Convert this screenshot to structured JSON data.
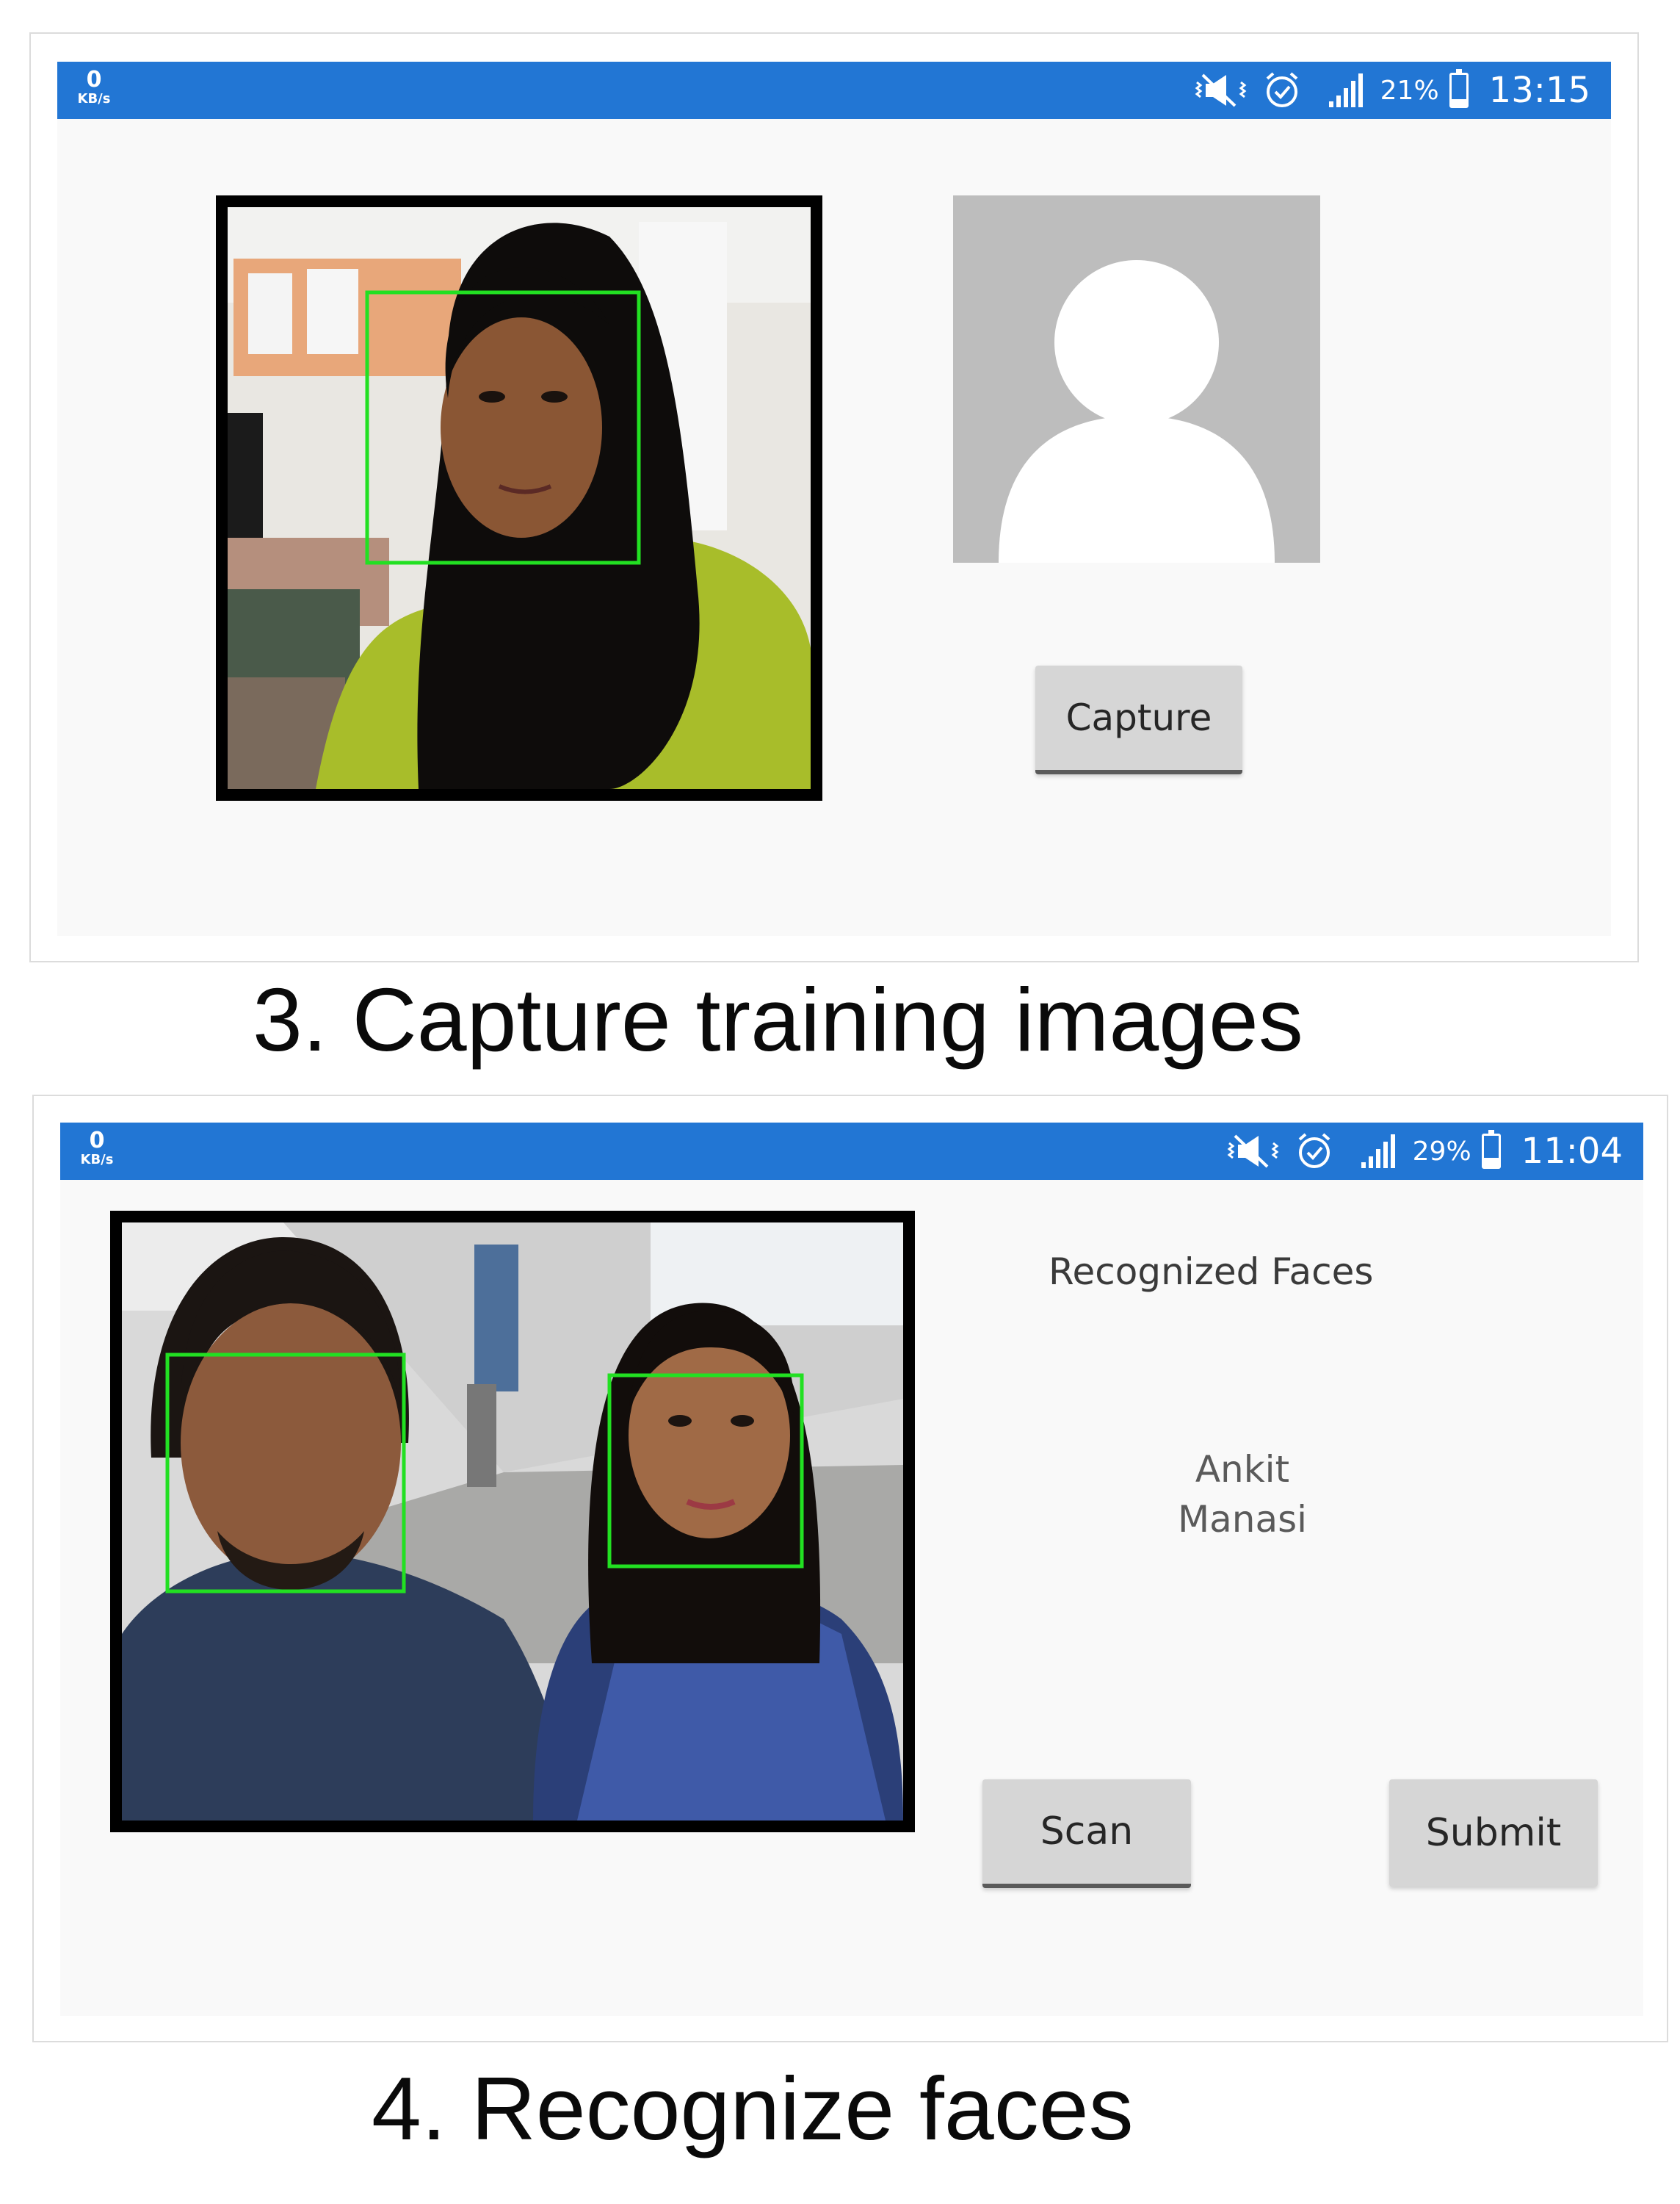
{
  "panel_top": {
    "status": {
      "speed_value": "0",
      "speed_unit": "KB/s",
      "battery": "21%",
      "time": "13:15",
      "battery_level": 0.21
    },
    "capture_button": "Capture",
    "caption": "3. Capture training images"
  },
  "panel_bottom": {
    "status": {
      "speed_value": "0",
      "speed_unit": "KB/s",
      "battery": "29%",
      "time": "11:04",
      "battery_level": 0.29
    },
    "heading": "Recognized Faces",
    "recognized": [
      "Ankit",
      "Manasi"
    ],
    "scan_button": "Scan",
    "submit_button": "Submit",
    "caption": "4. Recognize faces"
  },
  "colors": {
    "status_bar": "#2276d4",
    "face_box": "#22e022",
    "placeholder_bg": "#bdbdbd",
    "button_bg": "#d6d6d6"
  },
  "icons": [
    "mute-vibrate-icon",
    "alarm-icon",
    "signal-icon",
    "battery-icon",
    "avatar-placeholder-icon"
  ]
}
